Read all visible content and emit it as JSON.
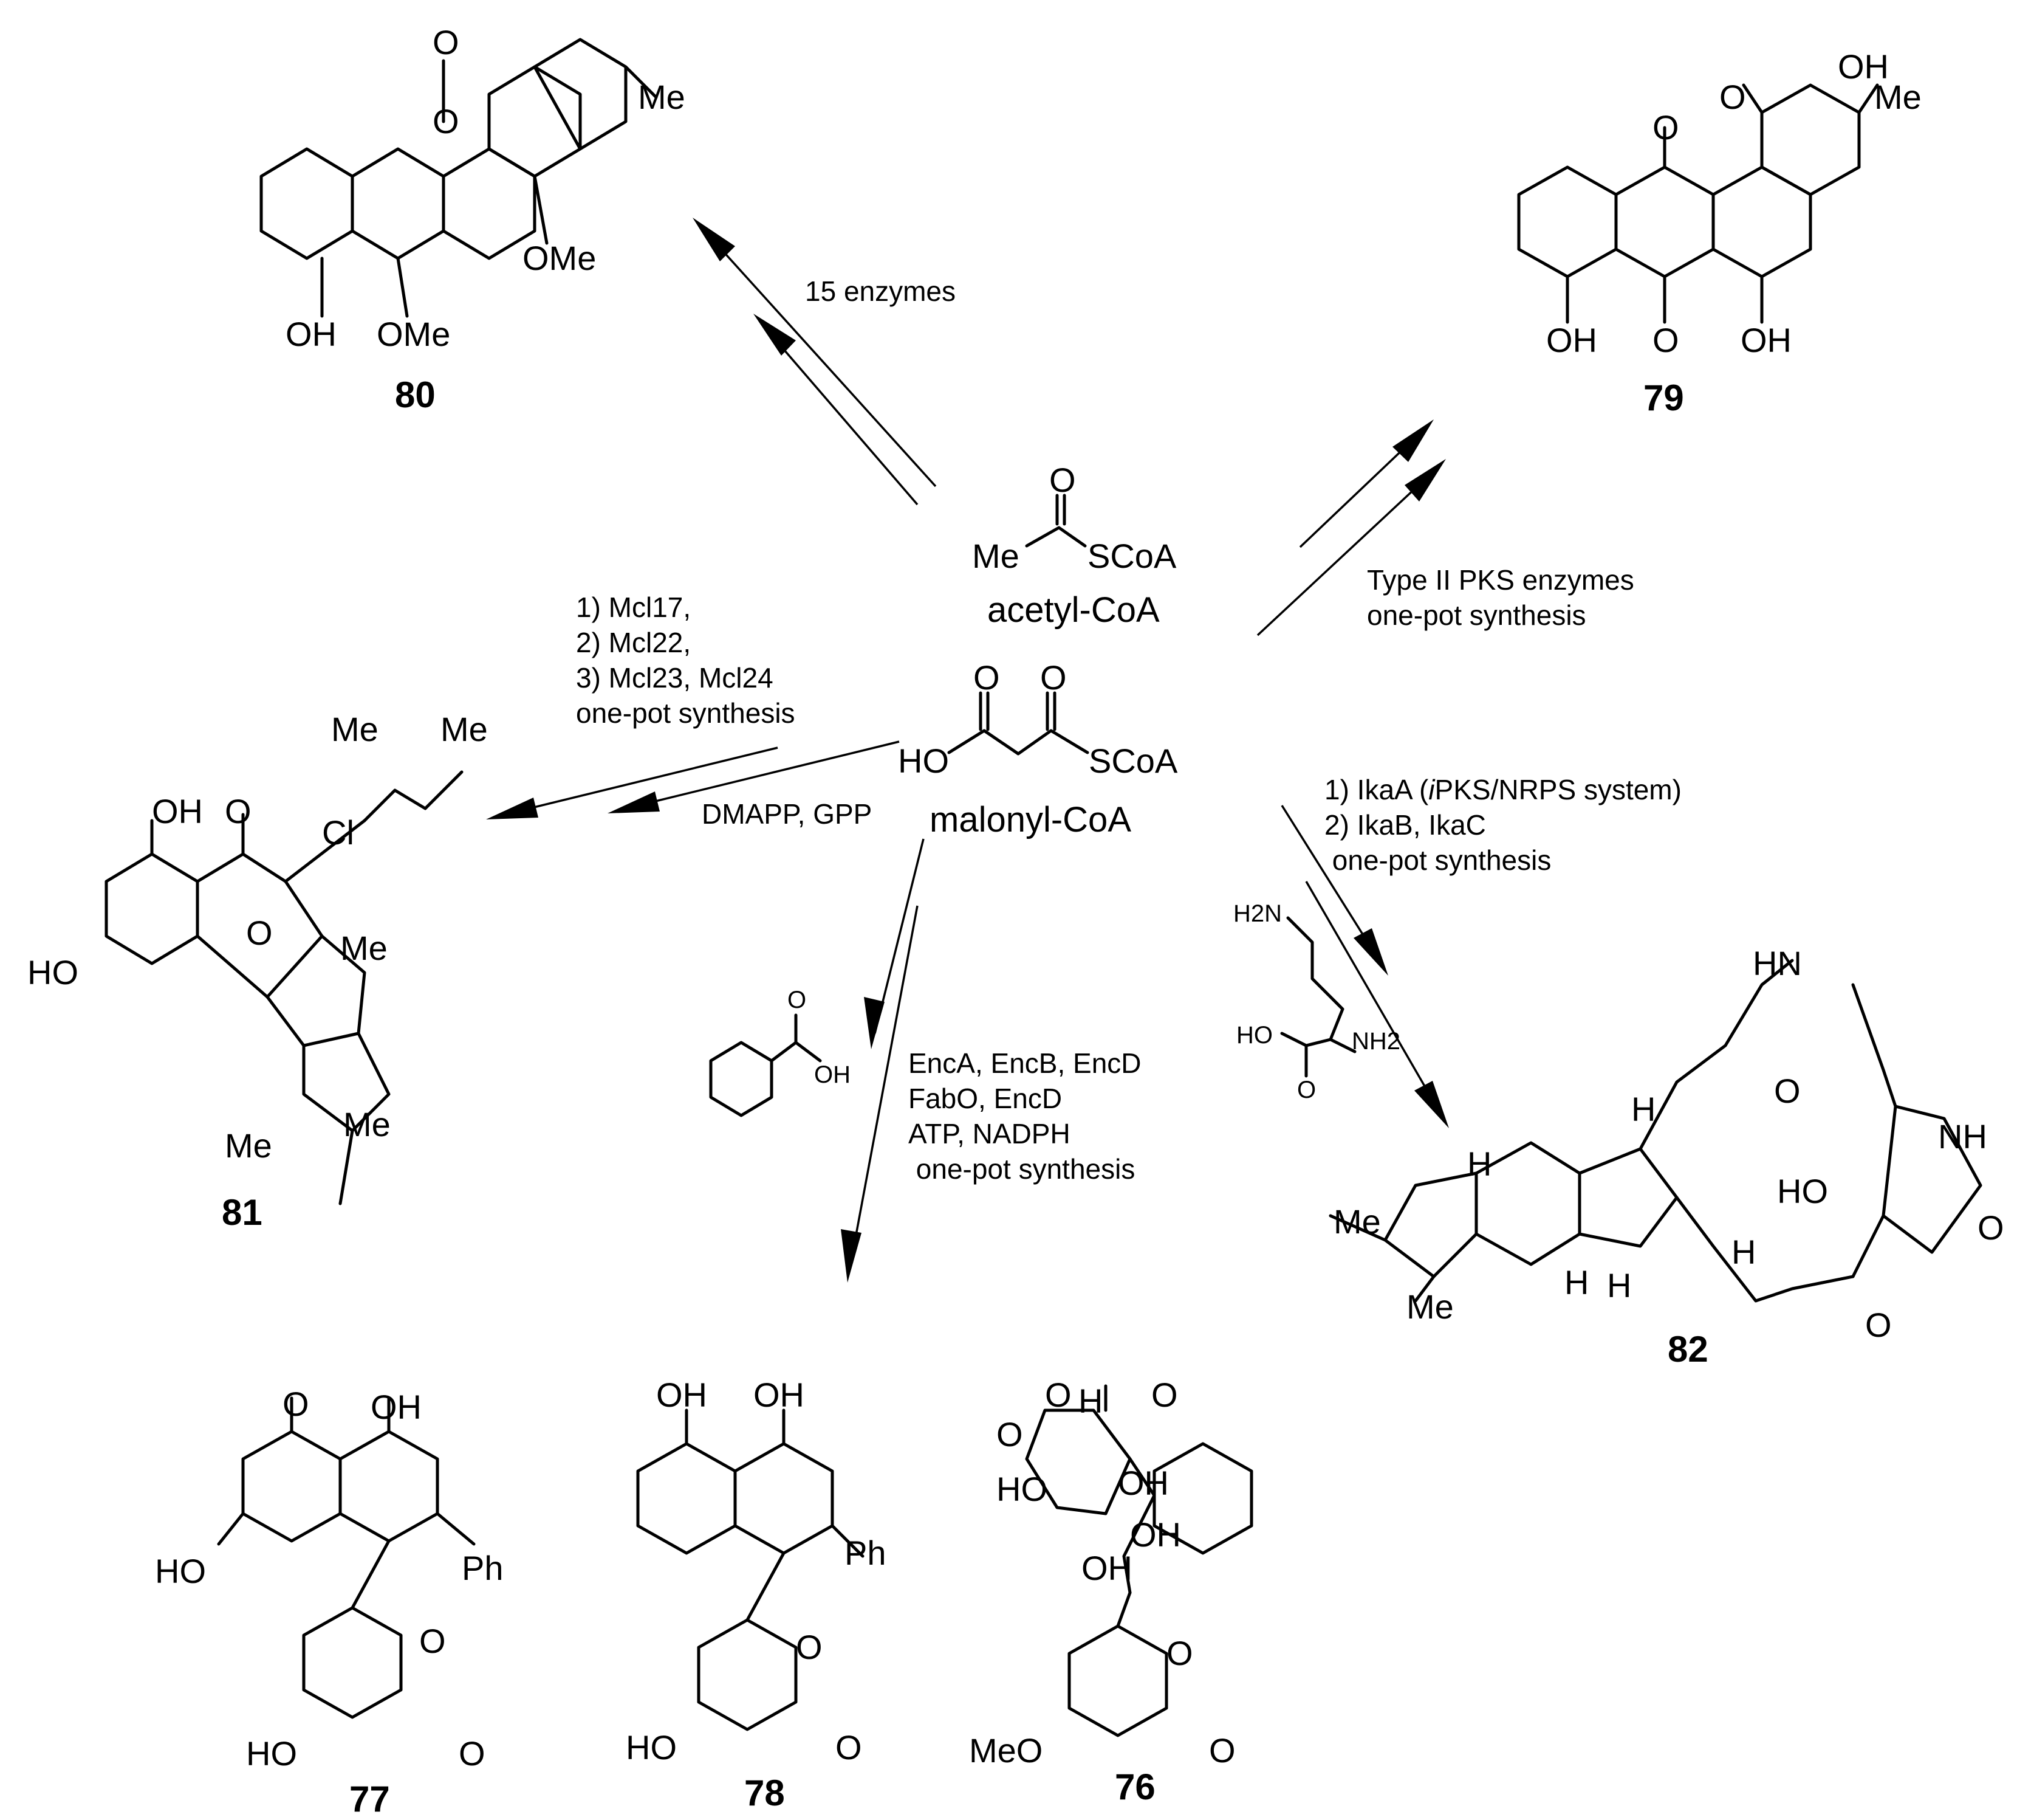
{
  "center": {
    "acetyl": {
      "o": "O",
      "me": "Me",
      "scoa": "SCoA",
      "name": "acetyl-CoA"
    },
    "malonyl": {
      "o1": "O",
      "o2": "O",
      "ho": "HO",
      "scoa": "SCoA",
      "name": "malonyl-CoA"
    }
  },
  "arrows": {
    "to80": {
      "label": "15 enzymes"
    },
    "to79": {
      "lines": [
        "Type II PKS enzymes",
        "one-pot synthesis"
      ]
    },
    "to81": {
      "lines": [
        "1) Mcl17,",
        "2) Mcl22,",
        "3) Mcl23, Mcl24",
        "one-pot synthesis"
      ],
      "cofactor": "DMAPP, GPP"
    },
    "to78": {
      "lines": [
        "EncA, EncB, EncD",
        "FabO, EncD",
        "ATP, NADPH",
        " one-pot synthesis"
      ]
    },
    "to82": {
      "line1_pre": "1) IkaA (",
      "line1_italic": "i",
      "line1_post": "PKS/NRPS system)",
      "line2": "2) IkaB, IkaC",
      "line3": " one-pot synthesis"
    }
  },
  "reagents": {
    "benzoic": {
      "o": "O",
      "oh": "OH"
    },
    "ornithine": {
      "h2n": "H2N",
      "ho": "HO",
      "o": "O",
      "nh2": "NH2"
    }
  },
  "compounds": {
    "c80": {
      "number": "80",
      "atoms": [
        "O",
        "O",
        "Me",
        "OMe",
        "OH",
        "OMe"
      ]
    },
    "c79": {
      "number": "79",
      "atoms": [
        "OH",
        "O",
        "Me",
        "O",
        "OH",
        "O",
        "OH"
      ]
    },
    "c81": {
      "number": "81",
      "atoms": [
        "Me",
        "Me",
        "OH",
        "O",
        "Cl",
        "O",
        "HO",
        "Me",
        "Me",
        "Me"
      ]
    },
    "c82": {
      "number": "82",
      "atoms": [
        "HN",
        "O",
        "H",
        "NH",
        "H",
        "HO",
        "O",
        "Me",
        "H",
        "H",
        "H",
        "Me",
        "O"
      ]
    },
    "c77": {
      "number": "77",
      "atoms": [
        "O",
        "OH",
        "HO",
        "Ph",
        "O",
        "HO",
        "O"
      ]
    },
    "c78": {
      "number": "78",
      "atoms": [
        "OH",
        "OH",
        "Ph",
        "O",
        "HO",
        "O"
      ]
    },
    "c76": {
      "number": "76",
      "atoms": [
        "O",
        "H",
        "O",
        "O",
        "HO",
        "OH",
        "OH",
        "OH",
        "O",
        "MeO",
        "O"
      ]
    }
  }
}
